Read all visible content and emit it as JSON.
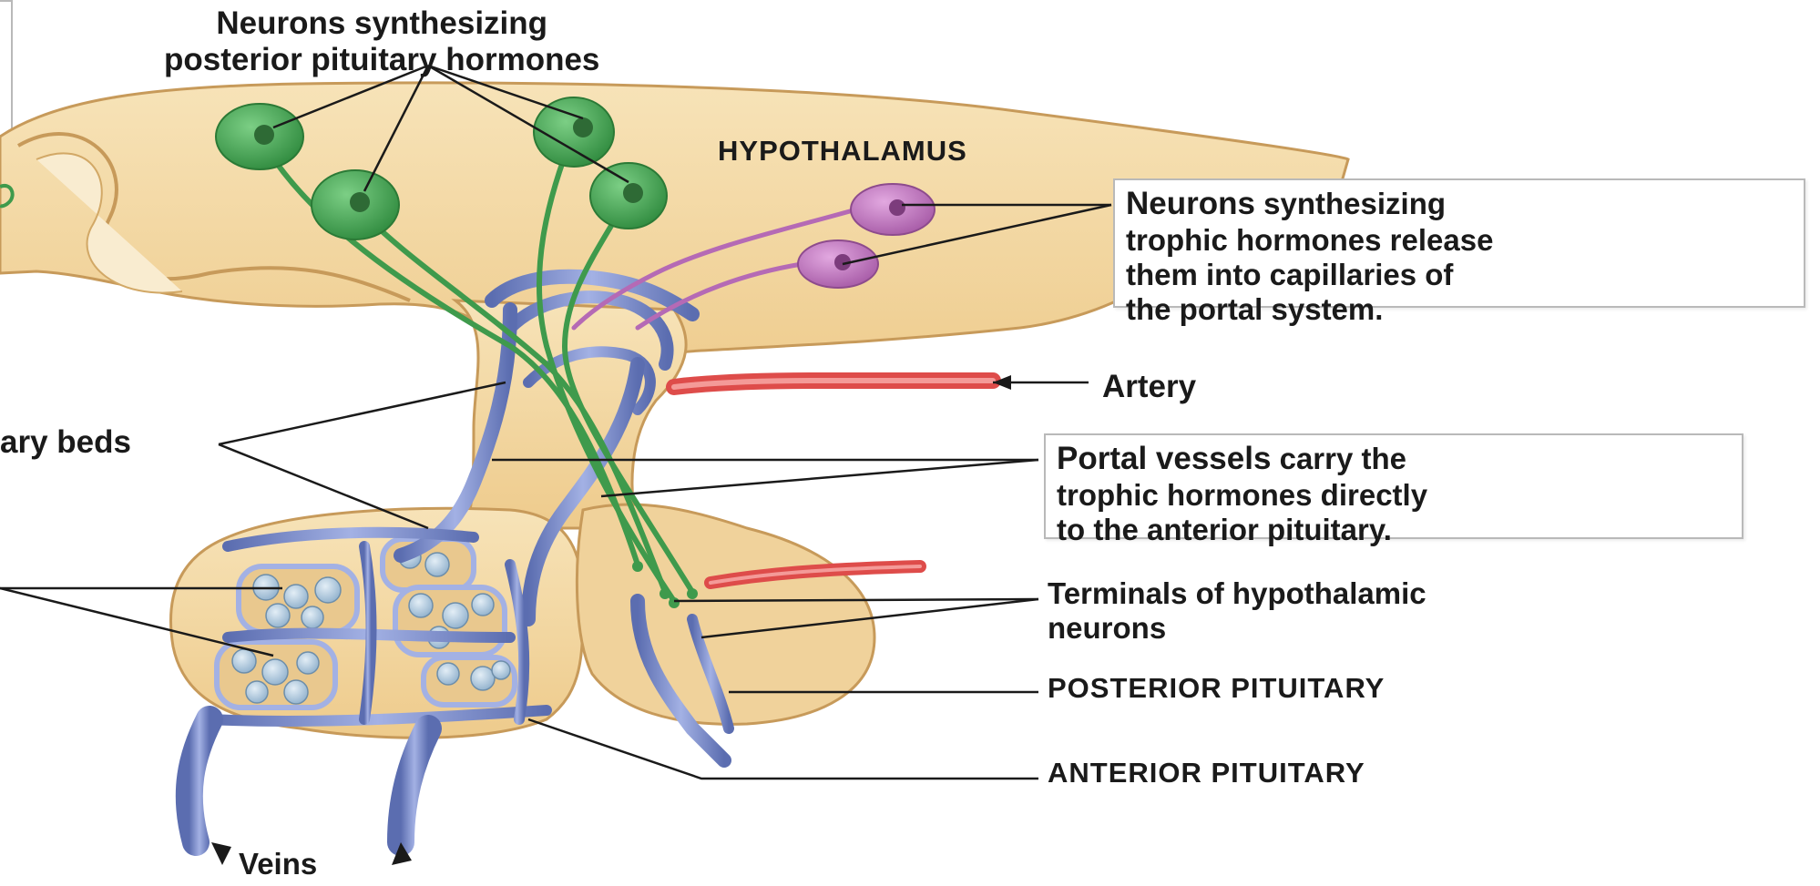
{
  "labels": {
    "neurons_posterior_line1": "Neurons synthesizing",
    "neurons_posterior_line2": "posterior pituitary hormones",
    "hypothalamus": "HYPOTHALAMUS",
    "artery": "Artery",
    "capillary_beds": "ary beds",
    "terminals_line1": "Terminals of hypothalamic",
    "terminals_line2": "neurons",
    "posterior_pituitary": "POSTERIOR PITUITARY",
    "anterior_pituitary": "ANTERIOR PITUITARY",
    "veins": "Veins"
  },
  "callouts": {
    "trophic_neurons": {
      "heading": "Neurons",
      "line1_rest": " synthesizing",
      "line2": "trophic hormones release",
      "line3": "them into capillaries of",
      "line4": "the portal system."
    },
    "portal_vessels": {
      "heading": "Portal vessels",
      "line1_rest": " carry the",
      "line2": "trophic hormones directly",
      "line3": "to the anterior pituitary."
    }
  },
  "colors": {
    "tissue": "#f3d9a4",
    "tissue_edge": "#c99a5b",
    "vein": "#6e7fc0",
    "vein_light": "#a9b6e6",
    "artery": "#e0504d",
    "posterior_neuron": "#3f9a4c",
    "trophic_neuron": "#b56ab5",
    "cell": "#a9c6dc"
  }
}
